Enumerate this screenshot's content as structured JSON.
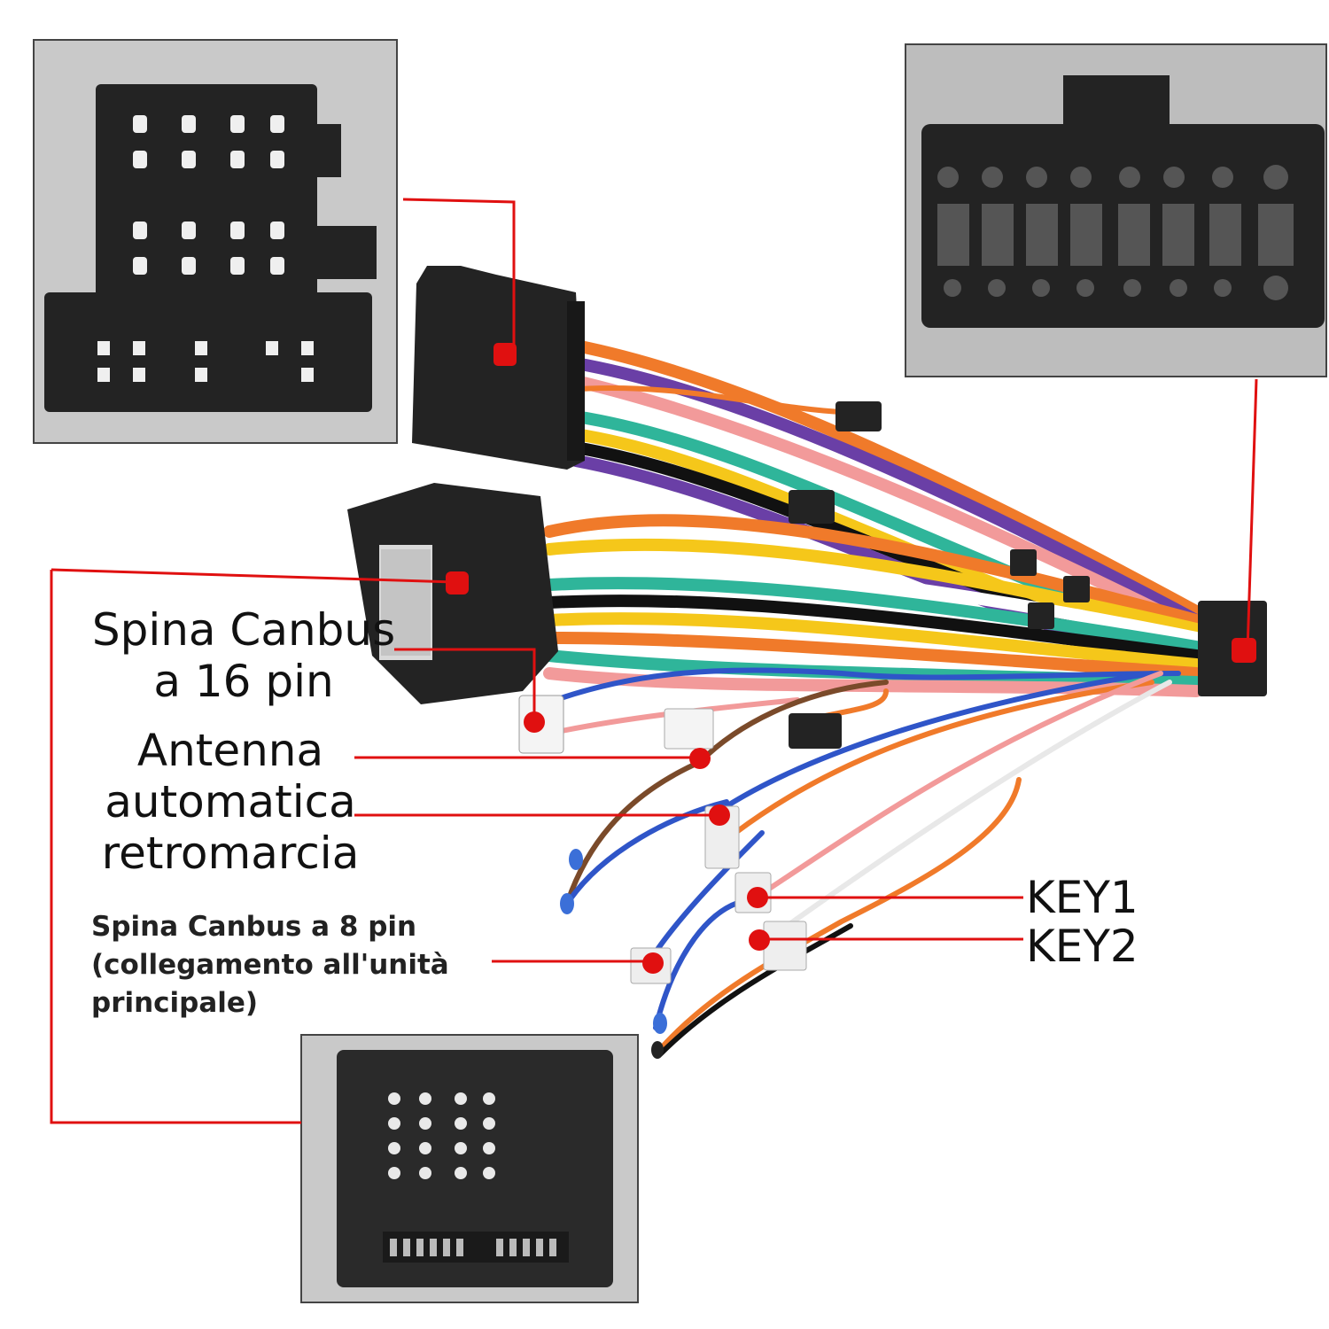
{
  "labels": {
    "canbus16_line1": "Spina Canbus",
    "canbus16_line2": "a 16 pin",
    "antenna_line1": "Antenna",
    "antenna_line2": "automatica",
    "reverse": "retromarcia",
    "key1": "KEY1",
    "key2": "KEY2",
    "canbus8_line1": "Spina Canbus a 8 pin",
    "canbus8_line2": "(collegamento all'unità",
    "canbus8_line3": "principale)"
  },
  "colors": {
    "callout_red": "#e01010",
    "connector_black": "#232323",
    "inset_bg": "#bdbdbd",
    "wire_colors": [
      "#f07a2a",
      "#6a3fa6",
      "#2fb59a",
      "#f5c71a",
      "#ffffff",
      "#111111",
      "#f29a9a",
      "#2f55c8",
      "#7a4a2a",
      "#e8e8e8"
    ]
  }
}
